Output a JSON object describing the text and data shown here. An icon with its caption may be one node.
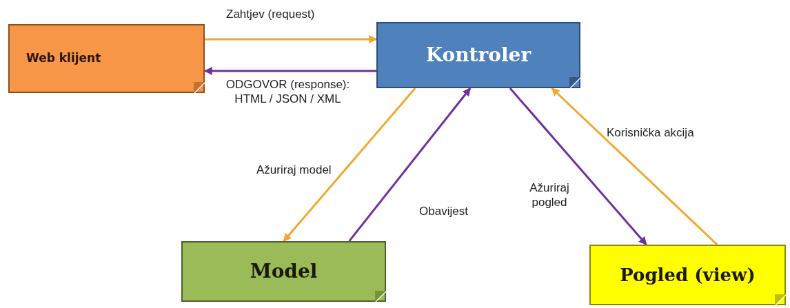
{
  "diagram": {
    "nodes": [
      {
        "text": [
          "Web klijent"
        ]
      },
      {
        "text": [
          "Kontroler"
        ]
      },
      {
        "text": [
          "Model"
        ]
      },
      {
        "text": [
          "Pogled (view)"
        ]
      }
    ],
    "edges": [
      {
        "from": 0,
        "to": 1,
        "arrow": "to",
        "label": "Zahtjev (request)",
        "color": "#f0a830"
      },
      {
        "from": 1,
        "to": 0,
        "arrow": "to",
        "label": "ODGOVOR (response): HTML / JSON / XML",
        "color": "#7030a0"
      },
      {
        "from": 1,
        "to": 2,
        "arrow": "to",
        "label": "Ažuriraj model",
        "color": "#f0a830"
      },
      {
        "from": 2,
        "to": 1,
        "arrow": "to",
        "label": "Obavijest",
        "color": "#7030a0"
      },
      {
        "from": 1,
        "to": 3,
        "arrow": "to",
        "label": "Ažuriraj pogled",
        "color": "#7030a0"
      },
      {
        "from": 3,
        "to": 1,
        "arrow": "to",
        "label": "Korisnička akcija",
        "color": "#f0a830"
      }
    ]
  }
}
